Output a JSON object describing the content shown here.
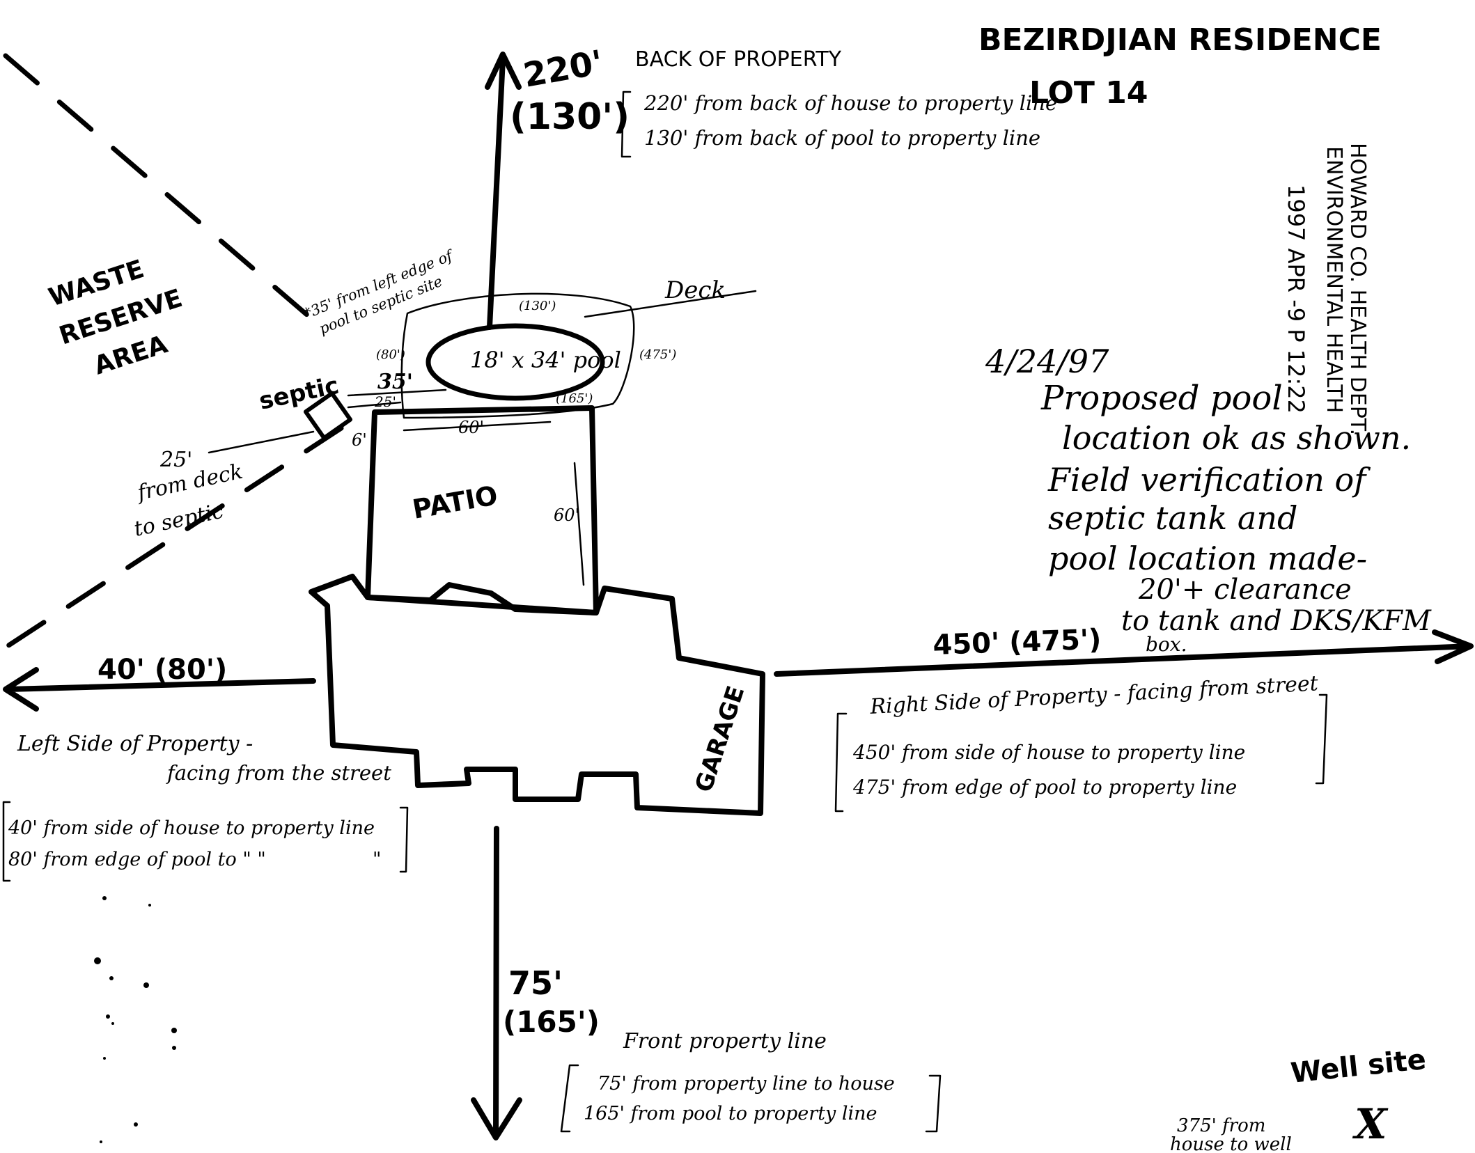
{
  "title": {
    "line1": "BEZIRDJIAN RESIDENCE",
    "line2": "LOT 14"
  },
  "stamp": {
    "line1": "HOWARD CO. HEALTH DEPT.",
    "line2": "ENVIRONMENTAL HEALTH",
    "line3": "1997 APR -9 P 12:22"
  },
  "back": {
    "arrow_label": "220'",
    "arrow_label_paren": "(130')",
    "heading": "BACK OF PROPERTY",
    "line1": "220' from back of house to property line",
    "line2": "130' from back of pool to property line"
  },
  "waste": {
    "line1": "WASTE",
    "line2": "RESERVE",
    "line3": "AREA"
  },
  "septic": {
    "label": "septic",
    "note35a": "*35' from left edge of",
    "note35b": "pool to septic site",
    "note25a": "25'",
    "note25b": "from deck",
    "note25c": "to septic",
    "dim35": "35'",
    "dim25": "25'",
    "dim6": "6'"
  },
  "pool": {
    "label": "18' x 34' pool",
    "back": "(130')",
    "left": "(80')",
    "right": "(475')",
    "front": "(165')"
  },
  "deck": {
    "label": "Deck"
  },
  "patio": {
    "label": "PATIO",
    "width": "60'",
    "depth": "60'"
  },
  "garage": {
    "label": "GARAGE"
  },
  "left": {
    "arrow_label": "40' (80')",
    "heading1": "Left Side of Property -",
    "heading2": "facing from the street",
    "line1": "40' from side of house to property line",
    "line2": "80' from edge of pool to \"  \"",
    "line2b": "\""
  },
  "right": {
    "arrow_label": "450' (475')",
    "heading": "Right Side of Property - facing from street",
    "line1": "450' from side of house to property line",
    "line2": "475' from edge of pool to property line"
  },
  "front": {
    "arrow_label": "75'",
    "arrow_label_paren": "(165')",
    "heading": "Front property line",
    "line1": "75' from property line to house",
    "line2": "165' from pool to property line"
  },
  "note": {
    "date": "4/24/97",
    "line1": "Proposed pool",
    "line2": "location ok as shown.",
    "line3": "Field verification of",
    "line4": "septic tank and",
    "line5": "pool location made-",
    "line6": "20'+ clearance",
    "line7": "to tank and DKS/KFM",
    "line8": "box."
  },
  "well": {
    "label": "Well site",
    "mark": "X",
    "note1": "375' from",
    "note2": "house to well"
  }
}
